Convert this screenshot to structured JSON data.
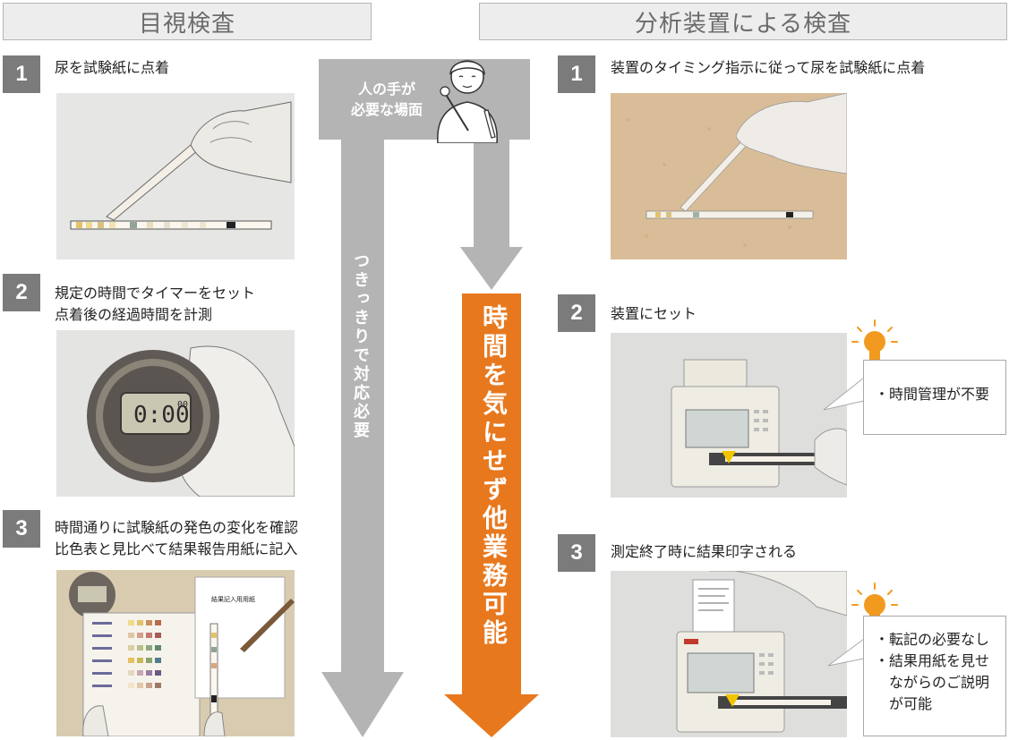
{
  "left_header": "目視検査",
  "right_header": "分析装置による検査",
  "left_steps": [
    {
      "num": "1",
      "lines": [
        "尿を試験紙に点着"
      ]
    },
    {
      "num": "2",
      "lines": [
        "規定の時間でタイマーをセット",
        "点着後の経過時間を計測"
      ]
    },
    {
      "num": "3",
      "lines": [
        "時間通りに試験紙の発色の変化を確認",
        "比色表と見比べて結果報告用紙に記入"
      ]
    }
  ],
  "right_steps": [
    {
      "num": "1",
      "lines": [
        "装置のタイミング指示に従って尿を試験紙に点着"
      ]
    },
    {
      "num": "2",
      "lines": [
        "装置にセット"
      ]
    },
    {
      "num": "3",
      "lines": [
        "測定終了時に結果印字される"
      ]
    }
  ],
  "center": {
    "human_needed_line1": "人の手が",
    "human_needed_line2": "必要な場面",
    "gray_arrow_text": "つきっきりで対応必要",
    "orange_arrow_text": "時間を気にせず他業務可能"
  },
  "callout2": [
    "・時間管理が不要"
  ],
  "callout3": [
    "・転記の必要なし",
    "・結果用紙を見せ",
    "　ながらのご説明",
    "　が可能"
  ],
  "timer_display": "0:00",
  "timer_small": "00",
  "report_form_title": "結果記入用用紙",
  "colors": {
    "gray_arrow": "#b4b4b4",
    "orange_arrow": "#e8781e",
    "number_box": "#7b7b7b",
    "bulb": "#f29a1f"
  }
}
